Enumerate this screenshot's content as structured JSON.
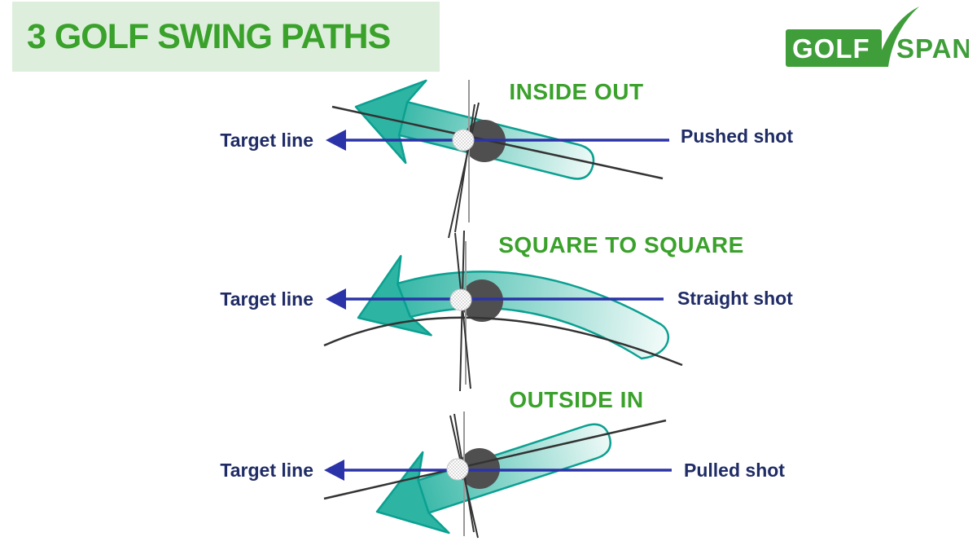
{
  "title": "3 GOLF SWING PATHS",
  "logo": {
    "part1": "GOLF",
    "part2": "SPAN"
  },
  "colors": {
    "green": "#3aa12b",
    "green_bg": "#ddefdc",
    "navy_text": "#1f2c66",
    "navy_line": "#2b33a8",
    "teal": "#2db4a3",
    "teal_dark": "#0ba091",
    "teal_light": "#f2fbf9",
    "club_head": "#4f4f4f",
    "swing_line": "#333333",
    "align_line": "#999999"
  },
  "sections": [
    {
      "heading": "INSIDE OUT",
      "target_label": "Target line",
      "shot_label": "Pushed shot"
    },
    {
      "heading": "SQUARE TO SQUARE",
      "target_label": "Target line",
      "shot_label": "Straight shot"
    },
    {
      "heading": "OUTSIDE IN",
      "target_label": "Target line",
      "shot_label": "Pulled shot"
    }
  ]
}
